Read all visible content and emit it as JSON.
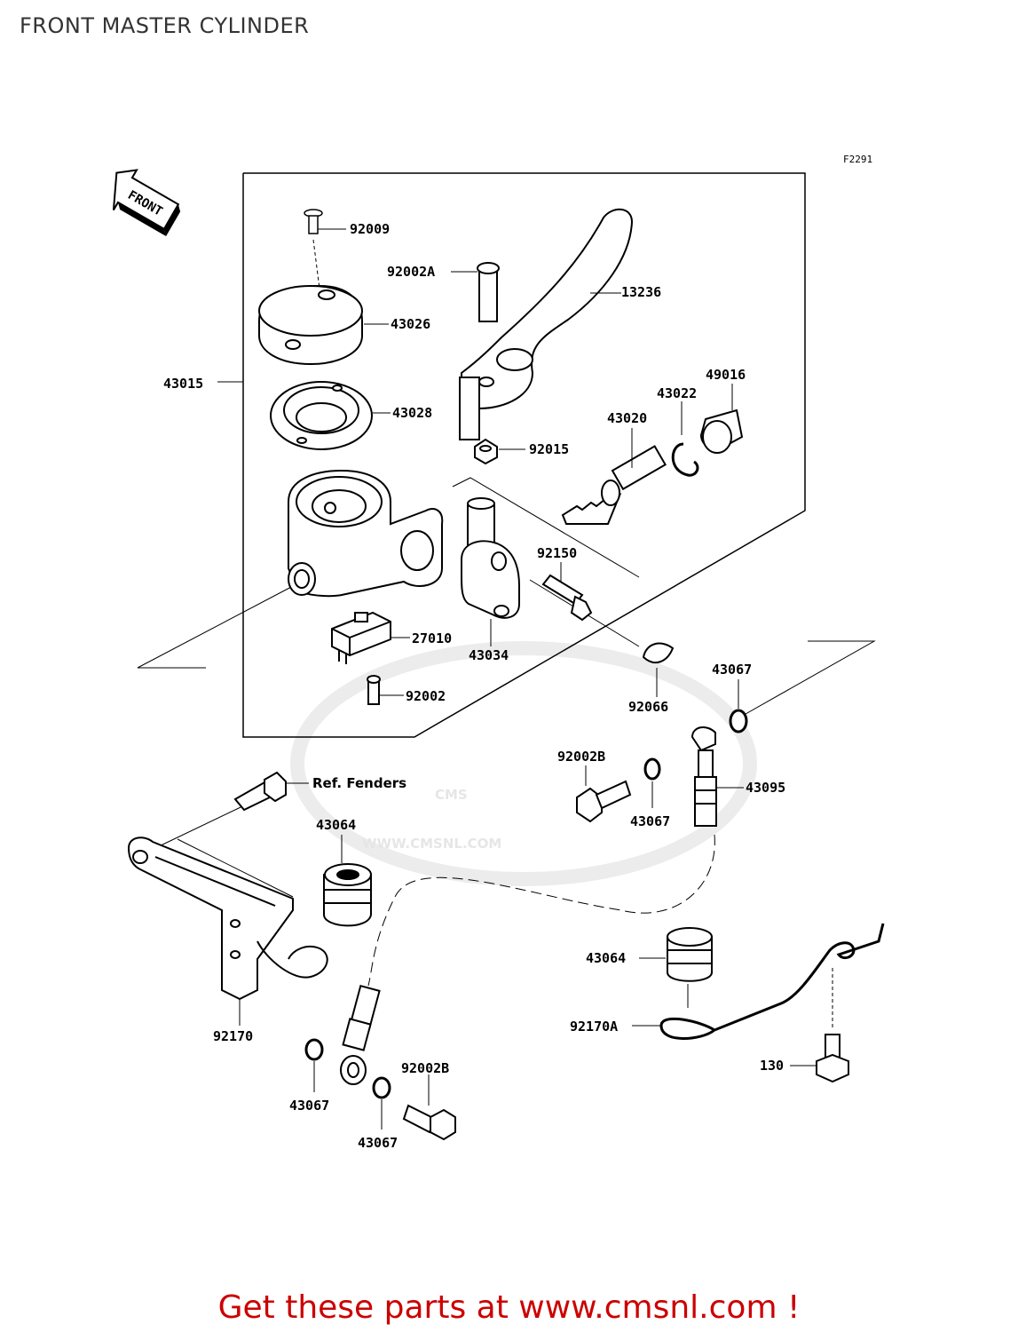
{
  "page": {
    "title": "FRONT MASTER CYLINDER",
    "figure_code": "F2291",
    "front_label": "FRONT",
    "watermark": {
      "brand": "CMS",
      "url": "WWW.CMSNL.COM"
    },
    "footer_link": "Get these parts at www.cmsnl.com !"
  },
  "parts": [
    {
      "id": "p92009",
      "label": "92009"
    },
    {
      "id": "p92002a",
      "label": "92002A"
    },
    {
      "id": "p13236",
      "label": "13236"
    },
    {
      "id": "p43026",
      "label": "43026"
    },
    {
      "id": "p43015",
      "label": "43015"
    },
    {
      "id": "p43028",
      "label": "43028"
    },
    {
      "id": "p49016",
      "label": "49016"
    },
    {
      "id": "p43022",
      "label": "43022"
    },
    {
      "id": "p43020",
      "label": "43020"
    },
    {
      "id": "p92015",
      "label": "92015"
    },
    {
      "id": "p92150",
      "label": "92150"
    },
    {
      "id": "p27010",
      "label": "27010"
    },
    {
      "id": "p43034",
      "label": "43034"
    },
    {
      "id": "p92002",
      "label": "92002"
    },
    {
      "id": "p92066",
      "label": "92066"
    },
    {
      "id": "p43067a",
      "label": "43067"
    },
    {
      "id": "p92002b1",
      "label": "92002B"
    },
    {
      "id": "p43095",
      "label": "43095"
    },
    {
      "id": "pref",
      "label": "Ref. Fenders"
    },
    {
      "id": "p43064a",
      "label": "43064"
    },
    {
      "id": "p43067b",
      "label": "43067"
    },
    {
      "id": "p43064b",
      "label": "43064"
    },
    {
      "id": "p92170a",
      "label": "92170A"
    },
    {
      "id": "p92170",
      "label": "92170"
    },
    {
      "id": "p130",
      "label": "130"
    },
    {
      "id": "p92002b2",
      "label": "92002B"
    },
    {
      "id": "p43067c",
      "label": "43067"
    },
    {
      "id": "p43067d",
      "label": "43067"
    }
  ]
}
